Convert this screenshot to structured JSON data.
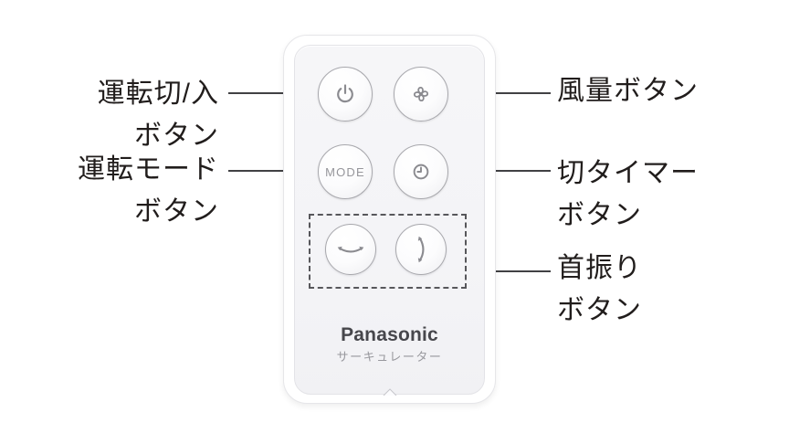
{
  "labels": {
    "left": [
      {
        "lines": [
          "運転切/入",
          "ボタン"
        ],
        "target": "power-button"
      },
      {
        "lines": [
          "運転モード",
          "ボタン"
        ],
        "target": "mode-button"
      }
    ],
    "right": [
      {
        "lines": [
          "風量ボタン"
        ],
        "target": "fan-speed-button"
      },
      {
        "lines": [
          "切タイマー",
          "ボタン"
        ],
        "target": "off-timer-button"
      },
      {
        "lines": [
          "首振り",
          "ボタン"
        ],
        "target": "swing-buttons"
      }
    ]
  },
  "remote": {
    "brand": "Panasonic",
    "product_name": "サーキュレーター",
    "buttons": {
      "power": {
        "icon": "power-icon"
      },
      "fan_speed": {
        "icon": "fan-icon"
      },
      "mode": {
        "label": "MODE"
      },
      "off_timer": {
        "icon": "clock-icon"
      },
      "swing_horizontal": {
        "icon": "swing-horizontal-icon"
      },
      "swing_vertical": {
        "icon": "swing-vertical-icon"
      }
    }
  },
  "colors": {
    "label_text": "#211d1c",
    "leader_line": "#414144",
    "button_ring": "#a8a8ad",
    "icon": "#8b8b90",
    "brand_text": "#47474c",
    "product_text": "#98989d",
    "mode_text": "#96969b",
    "dashed_outline": "#57575b",
    "panel_fill": "#f4f4f7"
  }
}
